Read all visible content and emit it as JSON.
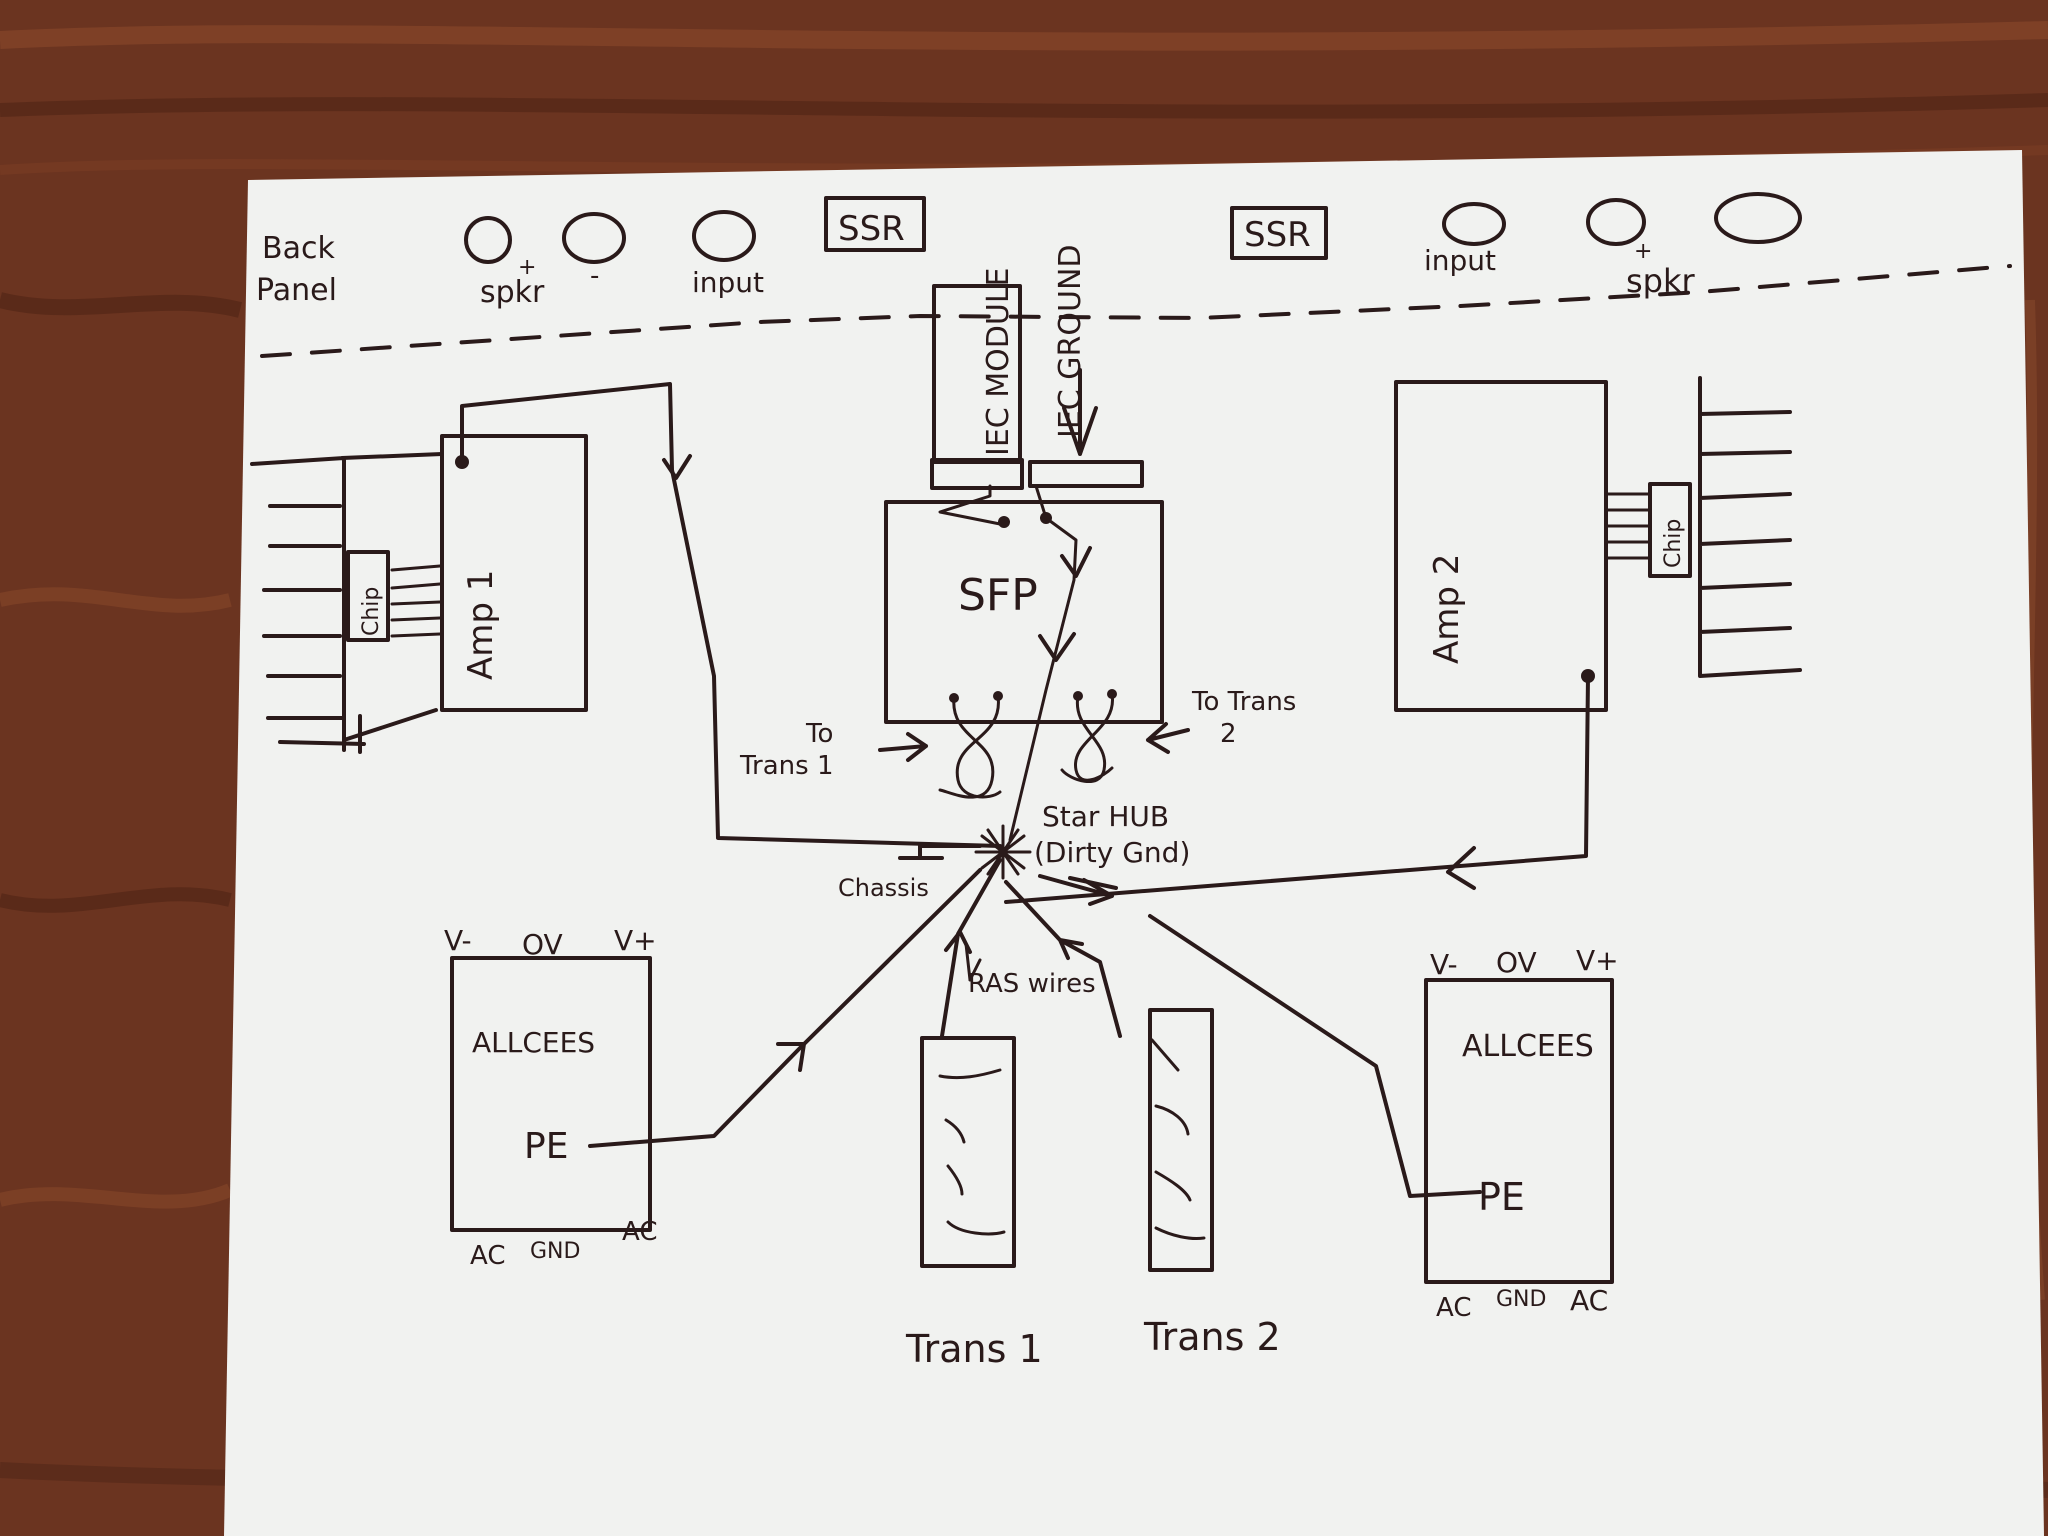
{
  "colors": {
    "ink": "#2a1a1a",
    "paper": "#f1f2f0",
    "wood": "#6b3420"
  },
  "back_panel": {
    "line1": "Back",
    "line2": "Panel"
  },
  "left_jacks": {
    "plus": "+",
    "spkr": "spkr",
    "minus": "-",
    "input": "input"
  },
  "right_jacks": {
    "input": "input",
    "plus": "+",
    "spkr": "spkr"
  },
  "ssr_left": "SSR",
  "ssr_right": "SSR",
  "iec_module": "IEC MODULE",
  "iec_ground": "IEC GROUND",
  "sfp": "SFP",
  "amp1": "Amp 1",
  "amp2": "Amp 2",
  "chip_left": "Chip",
  "chip_right": "Chip",
  "to_trans1": {
    "line1": "To",
    "line2": "Trans 1"
  },
  "to_trans2": {
    "line1": "To Trans",
    "line2": "2"
  },
  "star_hub": {
    "line1": "Star HUB",
    "line2": "(Dirty Gnd)"
  },
  "chassis": "Chassis",
  "ras_wires": "RAS wires",
  "allcees_left": {
    "title": "ALLCEES",
    "v_minus": "V-",
    "ov": "OV",
    "v_plus": "V+",
    "pe": "PE",
    "ac1": "AC",
    "gnd": "GND",
    "ac2": "AC"
  },
  "allcees_right": {
    "title": "ALLCEES",
    "v_minus": "V-",
    "ov": "OV",
    "v_plus": "V+",
    "pe": "PE",
    "ac1": "AC",
    "gnd": "GND",
    "ac2": "AC"
  },
  "trans1": "Trans 1",
  "trans2": "Trans 2"
}
